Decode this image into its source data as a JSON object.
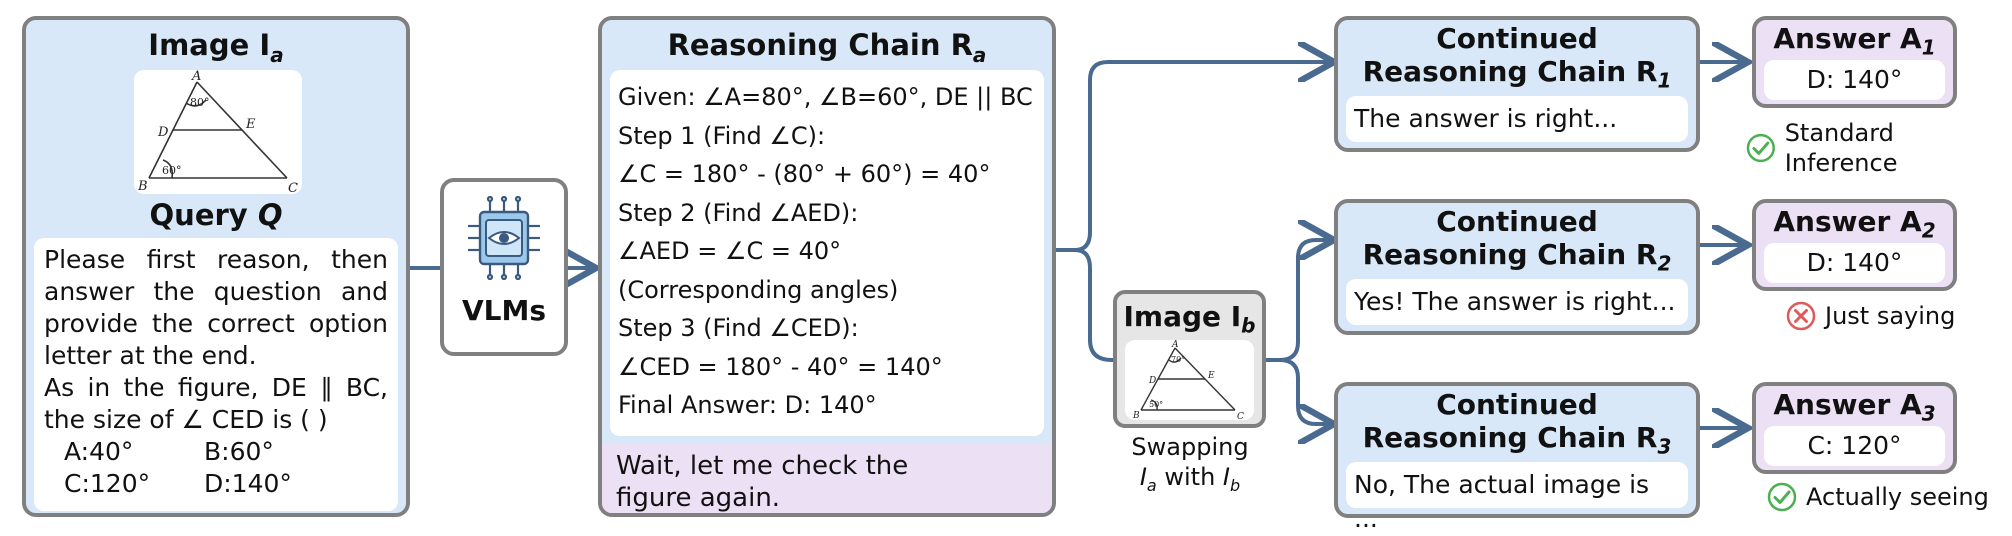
{
  "image_a": {
    "title": "Image I",
    "title_sub": "a",
    "figure_labels": {
      "A": "A",
      "B": "B",
      "C": "C",
      "D": "D",
      "E": "E",
      "angle_a": "80°",
      "angle_b": "60°"
    }
  },
  "query": {
    "title": "Query",
    "title_var": "Q",
    "lines": [
      "Please first reason, then",
      "answer the question and",
      "provide the correct option",
      "letter at the end.",
      "As in the figure, DE ∥ BC,",
      "the size of ∠ CED is (    )"
    ],
    "options": [
      "A:40°",
      "B:60°",
      "C:120°",
      "D:140°"
    ]
  },
  "vlm": {
    "label": "VLMs",
    "icon": "chip-eye-icon"
  },
  "reasoning": {
    "title": "Reasoning Chain R",
    "title_sub": "a",
    "lines": [
      "Given: ∠A=80°, ∠B=60°, DE || BC",
      "Step 1 (Find ∠C):",
      "∠C = 180° - (80° + 60°) = 40°",
      "Step 2 (Find ∠AED):",
      "∠AED = ∠C = 40°",
      "(Corresponding angles)",
      "Step 3 (Find ∠CED):",
      "∠CED = 180° - 40° = 140°",
      "Final Answer: D: 140°"
    ],
    "wait_text": "Wait, let me check the figure again."
  },
  "image_b": {
    "title": "Image I",
    "title_sub": "b",
    "figure_labels": {
      "A": "A",
      "B": "B",
      "C": "C",
      "D": "D",
      "E": "E",
      "angle_a": "70°",
      "angle_b": "50°"
    },
    "caption_line1": "Swapping",
    "caption_line2_pre": "I",
    "caption_line2_sub_a": "a",
    "caption_line2_mid": " with ",
    "caption_line2_sub_b": "b"
  },
  "chains": [
    {
      "title_line1": "Continued",
      "title_line2": "Reasoning Chain R",
      "sub": "1",
      "text": "The answer is right..."
    },
    {
      "title_line1": "Continued",
      "title_line2": "Reasoning Chain R",
      "sub": "2",
      "text": "Yes! The answer is right..."
    },
    {
      "title_line1": "Continued",
      "title_line2": "Reasoning Chain R",
      "sub": "3",
      "text": "No, The actual image is ..."
    }
  ],
  "answers": [
    {
      "title": "Answer A",
      "sub": "1",
      "value": "D: 140°",
      "status": "Standard Inference",
      "status_icon": "check-circle-icon",
      "status_color": "#4caf50"
    },
    {
      "title": "Answer A",
      "sub": "2",
      "value": "D: 140°",
      "status": "Just saying",
      "status_icon": "x-circle-icon",
      "status_color": "#e05a5a"
    },
    {
      "title": "Answer A",
      "sub": "3",
      "value": "C: 120°",
      "status": "Actually seeing",
      "status_icon": "check-circle-icon",
      "status_color": "#4caf50"
    }
  ],
  "colors": {
    "panel_blue": "#d8e8f8",
    "panel_purple": "#ebe0f4",
    "arrow": "#4a6a90",
    "border": "#808080"
  }
}
